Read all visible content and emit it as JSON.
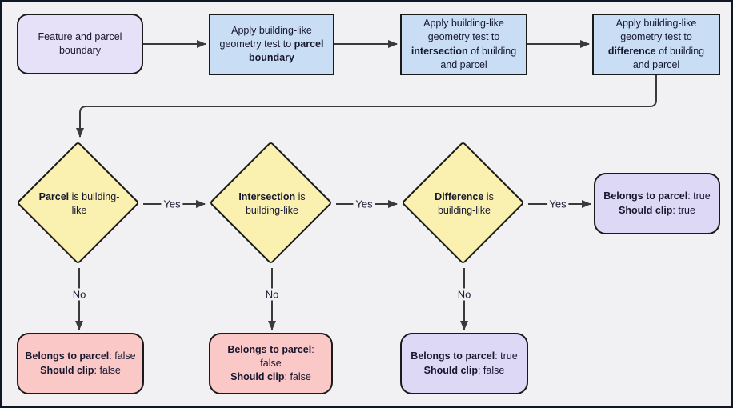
{
  "colors": {
    "background": "#f1f1f3",
    "frame_border": "#101828",
    "shape_border": "#1a1a1a",
    "arrow": "#3a3a3a",
    "text": "#17172e",
    "start_fill": "#e6e0f8",
    "process_fill": "#c9def4",
    "decision_fill": "#faf1b0",
    "outcome_false_fill": "#fbc8c8",
    "outcome_true_fill": "#ddd8f5"
  },
  "nodes": {
    "start": {
      "text": "Feature and parcel boundary"
    },
    "test_parcel": {
      "pre": "Apply building-like geometry test to ",
      "bold": "parcel boundary",
      "post": ""
    },
    "test_intersection": {
      "pre": "Apply building-like geometry test to ",
      "bold": "intersection",
      "post": " of building and parcel"
    },
    "test_difference": {
      "pre": "Apply building-like geometry test to ",
      "bold": "difference",
      "post": " of building and parcel"
    },
    "decision_parcel": {
      "bold": "Parcel",
      "rest": " is building-like"
    },
    "decision_intersection": {
      "bold": "Intersection",
      "rest": " is building-like"
    },
    "decision_difference": {
      "bold": "Difference",
      "rest": " is building-like"
    },
    "outcome_difference_yes": {
      "line1_bold": "Belongs to parcel",
      "line1_rest": ": true",
      "line2_bold": "Should clip",
      "line2_rest": ": true"
    },
    "outcome_parcel_no": {
      "line1_bold": "Belongs to parcel",
      "line1_rest": ": false",
      "line2_bold": "Should clip",
      "line2_rest": ": false"
    },
    "outcome_intersection_no": {
      "line1_bold": "Belongs to parcel",
      "line1_rest": ": false",
      "line2_bold": "Should clip",
      "line2_rest": ": false"
    },
    "outcome_difference_no": {
      "line1_bold": "Belongs to parcel",
      "line1_rest": ": true",
      "line2_bold": "Should clip",
      "line2_rest": ": false"
    }
  },
  "edge_labels": {
    "yes": "Yes",
    "no": "No"
  }
}
